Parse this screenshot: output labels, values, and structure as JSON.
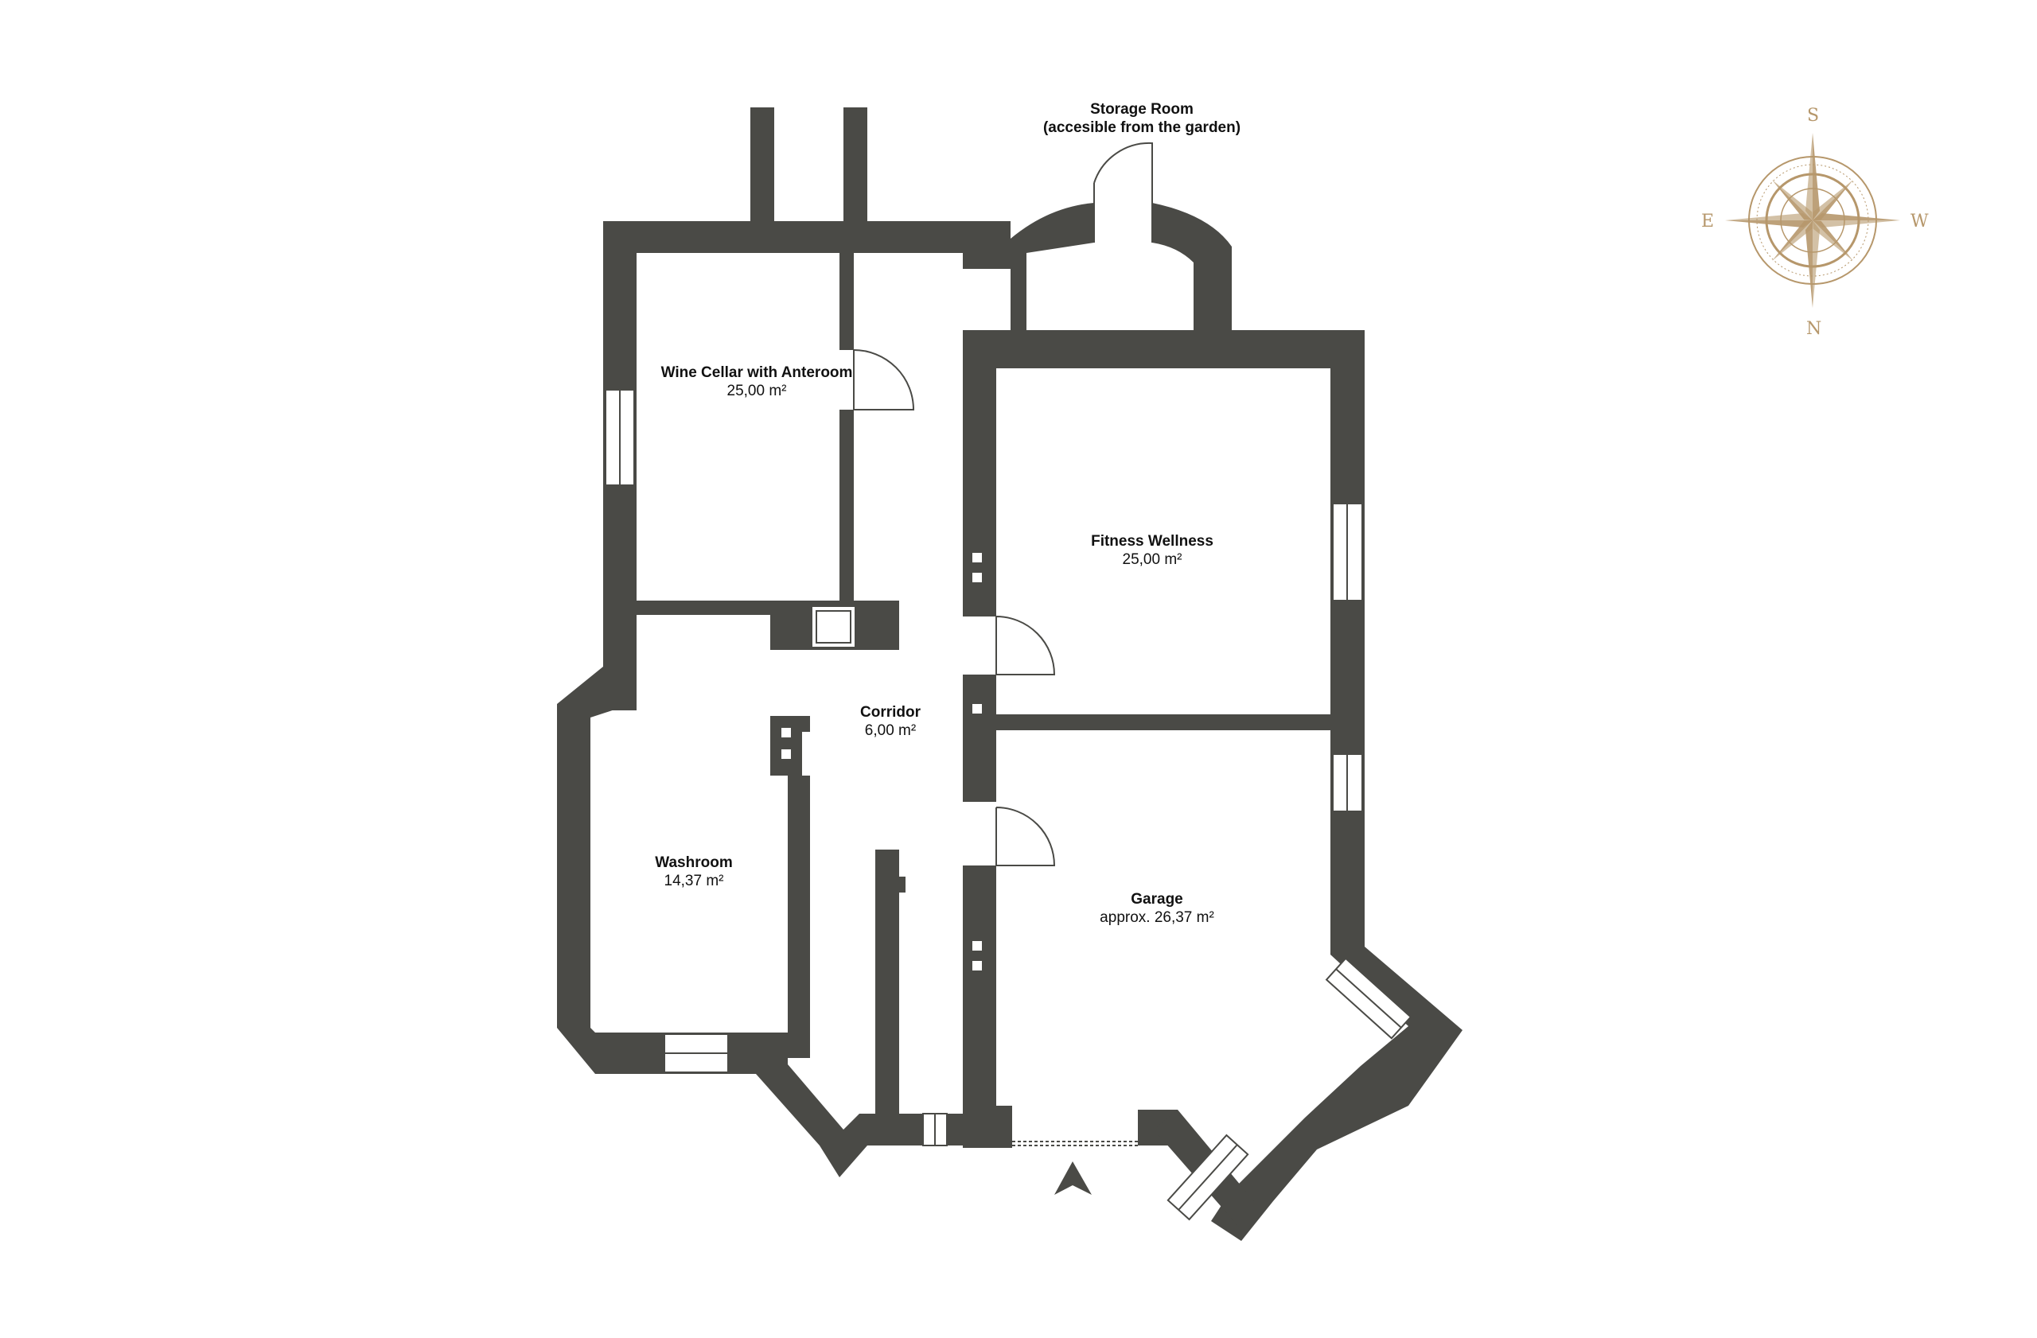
{
  "rooms": {
    "storage": {
      "name": "Storage Room",
      "note": "(accesible from the garden)"
    },
    "wine": {
      "name": "Wine Cellar with Anteroom",
      "area": "25,00 m²"
    },
    "fitness": {
      "name": "Fitness Wellness",
      "area": "25,00 m²"
    },
    "corridor": {
      "name": "Corridor",
      "area": "6,00 m²"
    },
    "washroom": {
      "name": "Washroom",
      "area": "14,37 m²"
    },
    "garage": {
      "name": "Garage",
      "area": "approx. 26,37 m²"
    }
  },
  "compass": {
    "s": "S",
    "e": "E",
    "w": "W",
    "n": "N"
  },
  "colors": {
    "wall": "#4a4a46",
    "accent": "#b6976b",
    "background": "#ffffff"
  },
  "icons": [
    "compass-rose-icon",
    "entrance-arrow-icon",
    "door-swing-icon",
    "window-icon"
  ]
}
